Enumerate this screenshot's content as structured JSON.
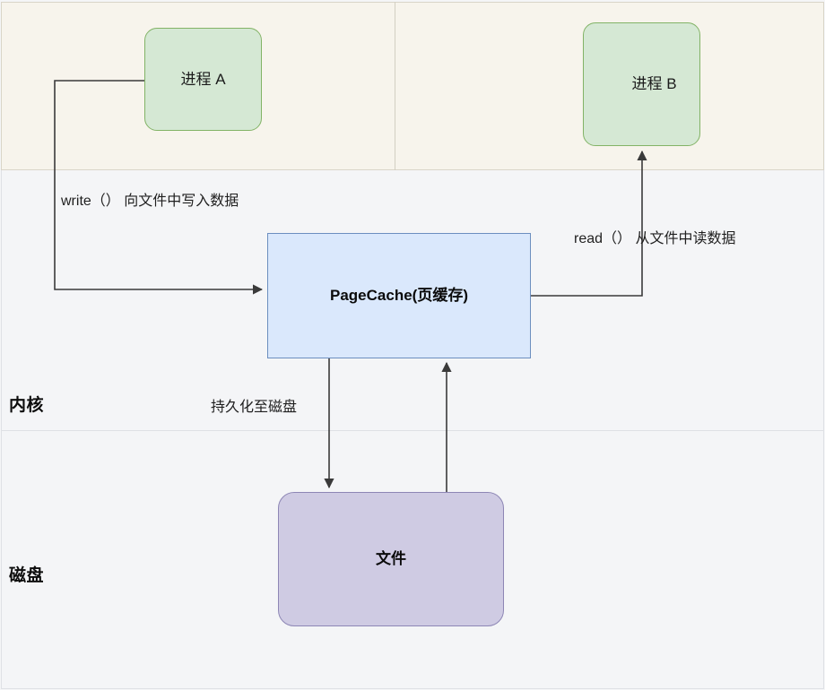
{
  "diagram": {
    "lanes": [
      {
        "id": "user",
        "label": ""
      },
      {
        "id": "kernel",
        "label": "内核"
      },
      {
        "id": "disk",
        "label": "磁盘"
      }
    ],
    "nodes": [
      {
        "id": "process-a",
        "label": "进程 A",
        "fill": "#d5e8d4",
        "stroke": "#82b366"
      },
      {
        "id": "process-b",
        "label": "进程 B",
        "fill": "#d5e8d4",
        "stroke": "#82b366"
      },
      {
        "id": "pagecache",
        "label": "PageCache(页缓存)",
        "fill": "#dae8fc",
        "stroke": "#6c8ebf"
      },
      {
        "id": "file",
        "label": "文件",
        "fill": "#cfcbe3",
        "stroke": "#8d86b5"
      }
    ],
    "edges": [
      {
        "id": "write",
        "from": "process-a",
        "to": "pagecache",
        "label": "write（） 向文件中写入数据"
      },
      {
        "id": "read",
        "from": "pagecache",
        "to": "process-b",
        "label": "read（） 从文件中读数据"
      },
      {
        "id": "flush",
        "from": "pagecache",
        "to": "file",
        "label": "持久化至磁盘"
      },
      {
        "id": "load",
        "from": "file",
        "to": "pagecache",
        "label": ""
      }
    ],
    "colors": {
      "lane_user_bg": "#f7f4ec",
      "lane_kernel_bg": "#f4f5f7",
      "lane_disk_bg": "#f4f5f7",
      "edge_stroke": "#3a3a3a"
    }
  }
}
